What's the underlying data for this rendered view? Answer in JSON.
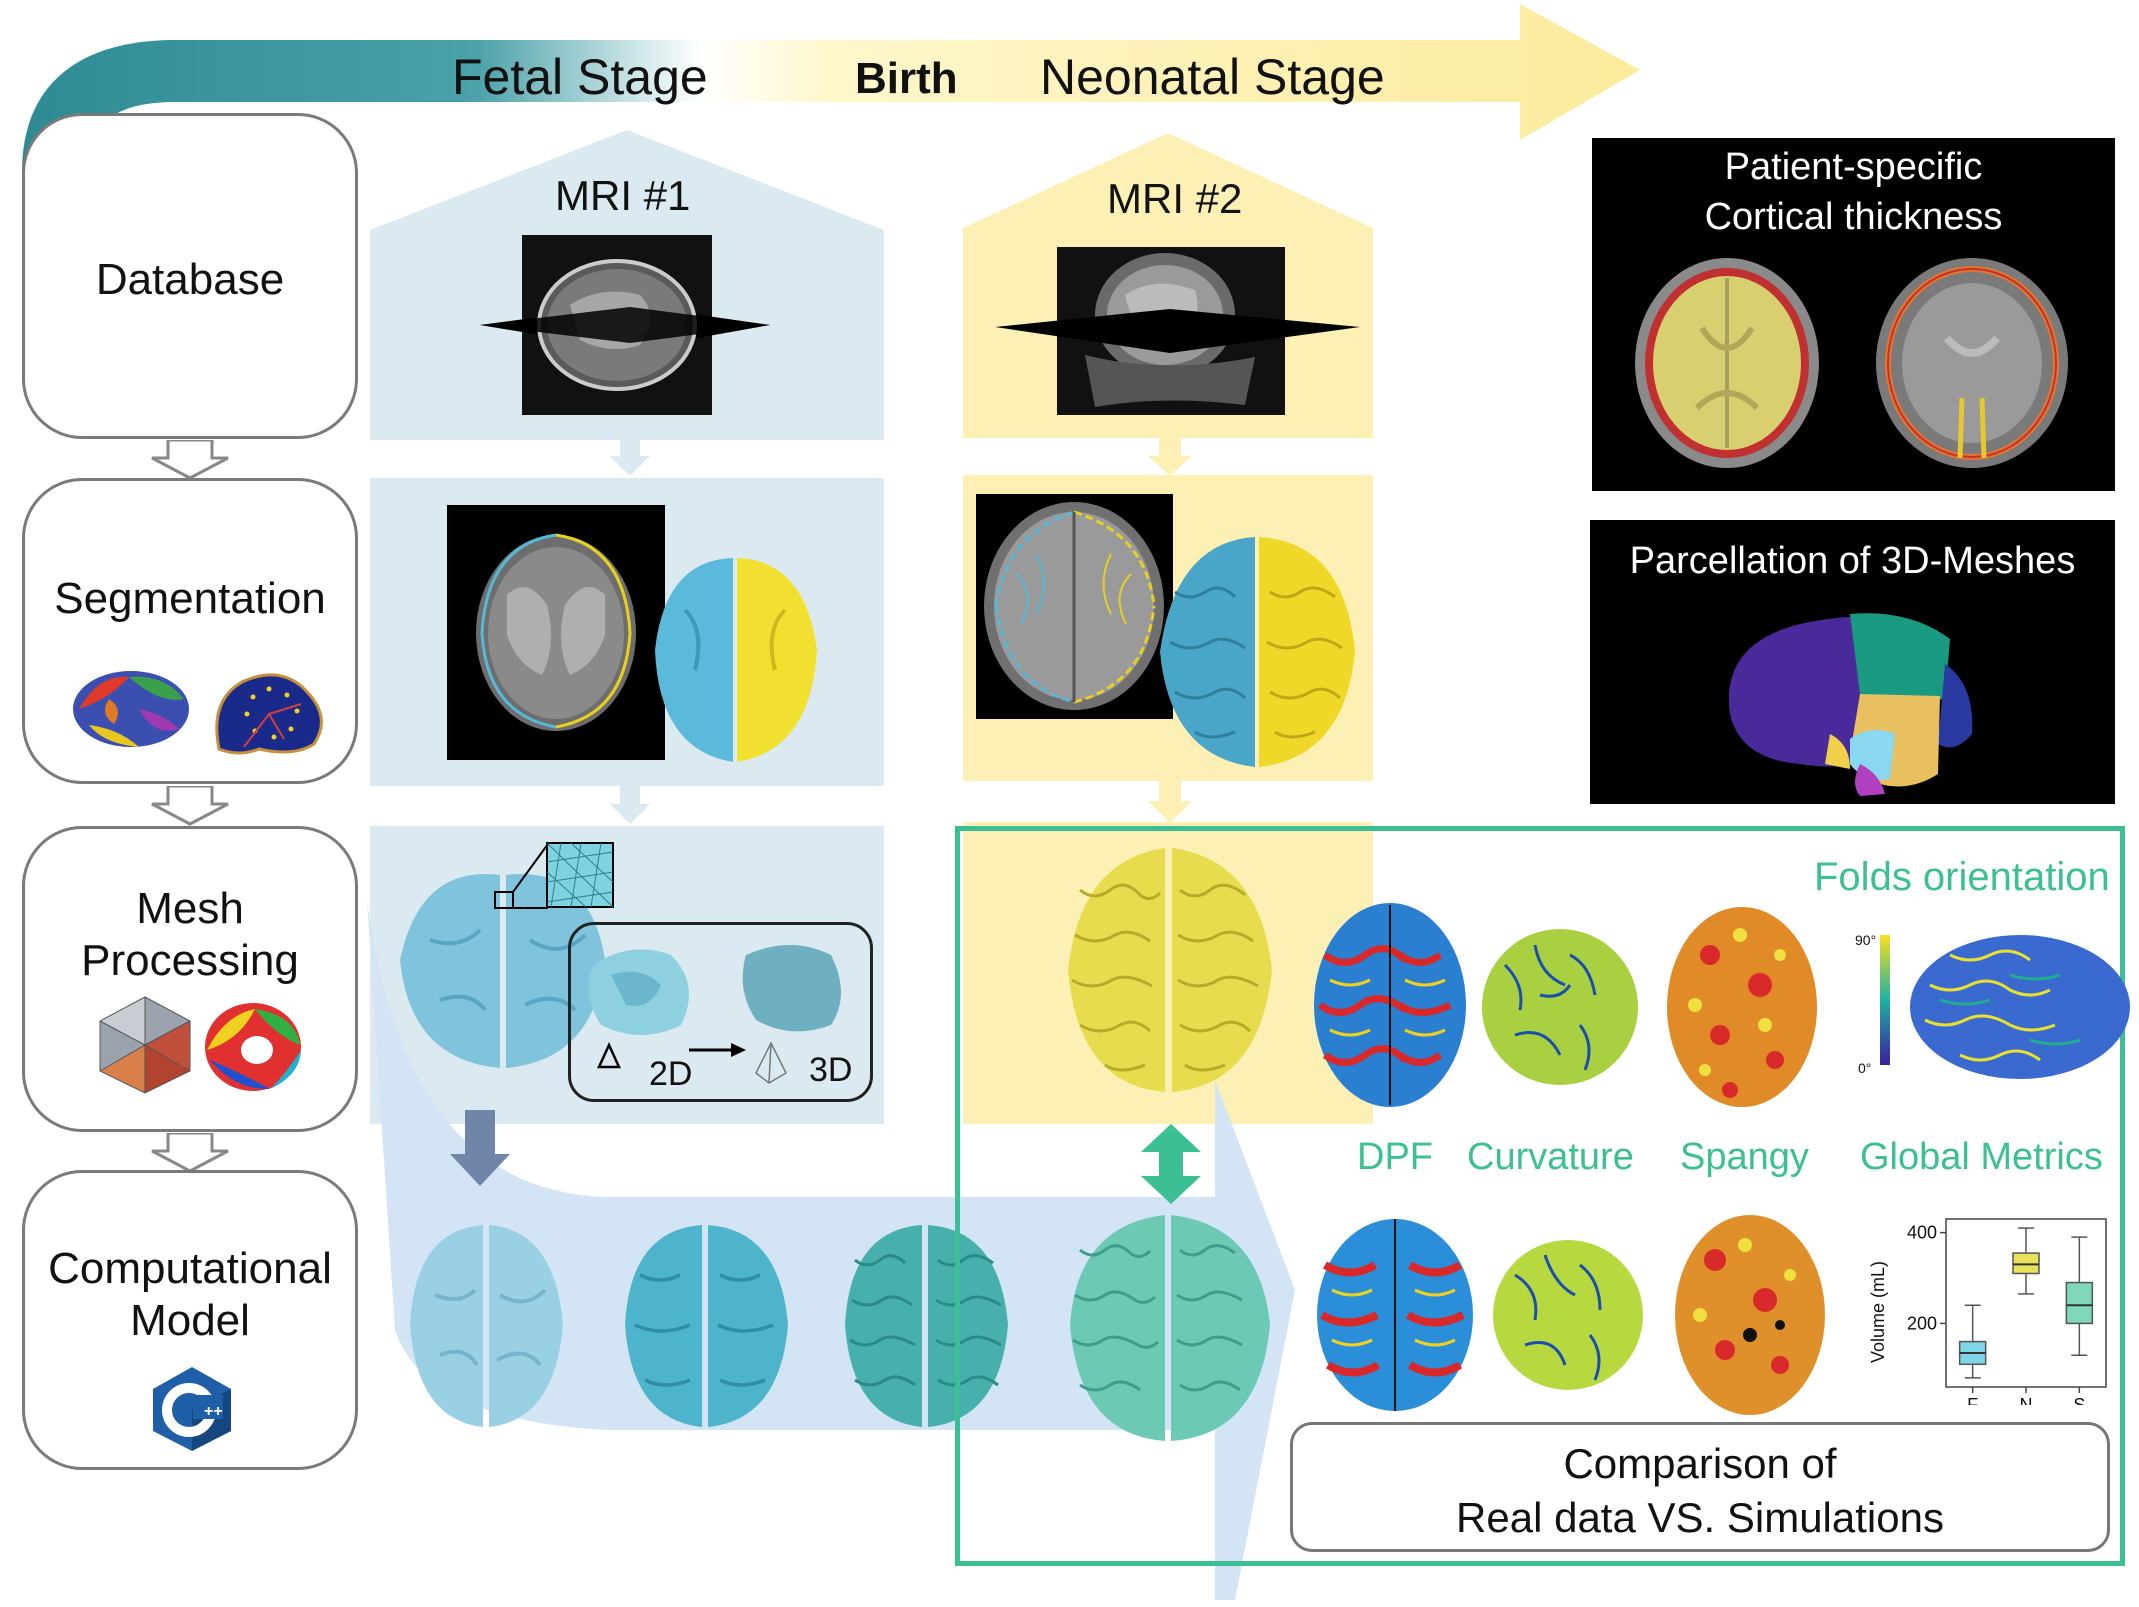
{
  "timeline": {
    "fetal_label": "Fetal Stage",
    "birth_label": "Birth",
    "neonatal_label": "Neonatal Stage"
  },
  "steps": [
    {
      "label": "Database"
    },
    {
      "label": "Segmentation"
    },
    {
      "label": "Mesh\nProcessing"
    },
    {
      "label": "Computational\nModel"
    }
  ],
  "mri1": {
    "label": "MRI #1"
  },
  "mri2": {
    "label": "MRI #2"
  },
  "mesh_inset": {
    "label_2d": "2D",
    "label_3d": "3D"
  },
  "thickness_panel": {
    "title": "Patient-specific\nCortical thickness"
  },
  "parcellation_panel": {
    "title": "Parcellation of 3D-Meshes"
  },
  "metrics": {
    "folds_orientation": "Folds orientation",
    "colorbar_top": "90°",
    "colorbar_bottom": "0°",
    "labels": [
      "DPF",
      "Curvature",
      "Spangy",
      "Global Metrics"
    ]
  },
  "chart_data": {
    "type": "box",
    "ylabel": "Volume (mL)",
    "categories": [
      "F",
      "N",
      "S"
    ],
    "yticks": [
      200,
      400
    ],
    "ylim": [
      60,
      430
    ],
    "boxes": [
      {
        "category": "F",
        "whisker_low": 80,
        "q1": 110,
        "median": 135,
        "q3": 160,
        "whisker_high": 240,
        "color": "#7fd6e8"
      },
      {
        "category": "N",
        "whisker_low": 265,
        "q1": 310,
        "median": 330,
        "q3": 355,
        "whisker_high": 410,
        "color": "#e8e05a"
      },
      {
        "category": "S",
        "whisker_low": 130,
        "q1": 200,
        "median": 240,
        "q3": 290,
        "whisker_high": 390,
        "color": "#7fd8b8"
      }
    ]
  },
  "comparison": {
    "text": "Comparison of\nReal data VS. Simulations"
  },
  "colors": {
    "teal": "#2e8b93",
    "yellow": "#fff3b0",
    "light_blue_panel": "#dbeaf0",
    "yellow_panel": "#fdf0b5",
    "green_frame": "#3cbf94"
  }
}
